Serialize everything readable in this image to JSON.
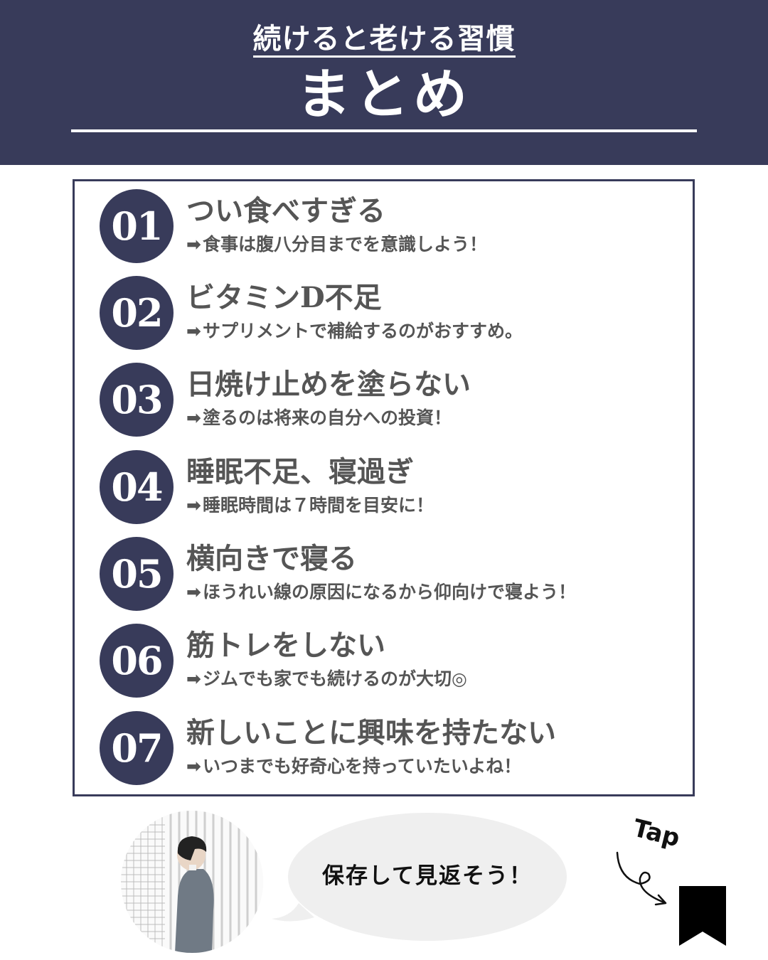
{
  "header": {
    "subtitle": "続けると老ける習慣",
    "title": "まとめ",
    "background_color": "#383b5a"
  },
  "items": [
    {
      "number": "01",
      "title": "つい食べすぎる",
      "arrow": "➡",
      "description": "食事は腹八分目までを意識しよう！"
    },
    {
      "number": "02",
      "title": "ビタミンD不足",
      "arrow": "➡",
      "description": "サプリメントで補給するのがおすすめ。"
    },
    {
      "number": "03",
      "title": "日焼け止めを塗らない",
      "arrow": "➡",
      "description": "塗るのは将来の自分への投資！"
    },
    {
      "number": "04",
      "title": "睡眠不足、寝過ぎ",
      "arrow": "➡",
      "description": "睡眠時間は７時間を目安に！"
    },
    {
      "number": "05",
      "title": "横向きで寝る",
      "arrow": "➡",
      "description": "ほうれい線の原因になるから仰向けで寝よう！"
    },
    {
      "number": "06",
      "title": "筋トレをしない",
      "arrow": "➡",
      "description": "ジムでも家でも続けるのが大切◎"
    },
    {
      "number": "07",
      "title": "新しいことに興味を持たない",
      "arrow": "➡",
      "description": "いつまでも好奇心を持っていたいよね！"
    }
  ],
  "footer": {
    "speech_bubble": "保存して見返そう！",
    "tap_label": "Tap",
    "avatar_icon": "person-photo",
    "bookmark_icon": "bookmark-icon"
  },
  "colors": {
    "accent": "#383b5a",
    "text": "#555555",
    "bubble": "#efefef"
  }
}
